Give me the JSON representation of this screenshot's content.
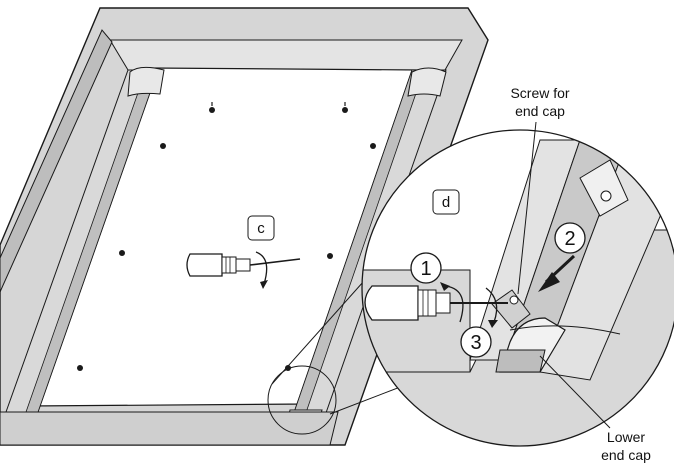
{
  "labels": {
    "screw_for_end_cap_line1": "Screw for",
    "screw_for_end_cap_line2": "end cap",
    "lower_end_cap_line1": "Lower",
    "lower_end_cap_line2": "end cap"
  },
  "callouts": {
    "c": "c",
    "d": "d"
  },
  "steps": [
    "1",
    "2",
    "3"
  ],
  "colors": {
    "frame_gray": "#d4d4d4",
    "dark_gray": "#9a9a9a",
    "line": "#1a1a1a",
    "panel": "#ffffff"
  }
}
